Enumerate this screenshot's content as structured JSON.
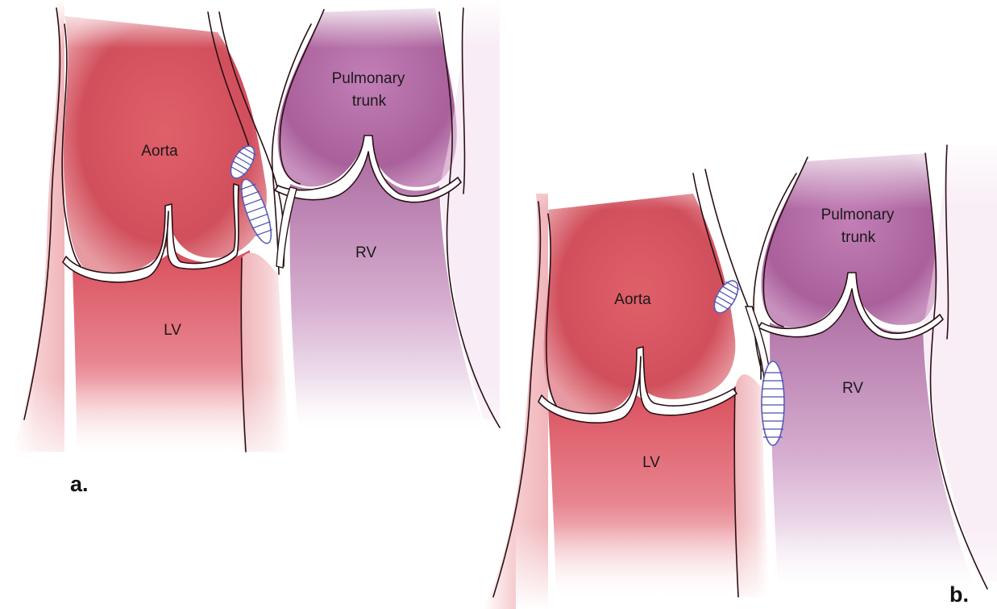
{
  "figure": {
    "panel_a": {
      "letter": "a.",
      "aorta_label": "Aorta",
      "lv_label": "LV",
      "pulmonary_label_line1": "Pulmonary",
      "pulmonary_label_line2": "trunk",
      "rv_label": "RV"
    },
    "panel_b": {
      "letter": "b.",
      "aorta_label": "Aorta",
      "lv_label": "LV",
      "pulmonary_label_line1": "Pulmonary",
      "pulmonary_label_line2": "trunk",
      "rv_label": "RV"
    },
    "colors": {
      "aorta_red": "#d9535f",
      "aorta_light": "#f4c5c8",
      "pulmonary_purple": "#b46aa6",
      "pulmonary_light": "#e6c4df",
      "patch_stitch_blue": "#4a50b0",
      "outline": "#2a1014"
    }
  }
}
